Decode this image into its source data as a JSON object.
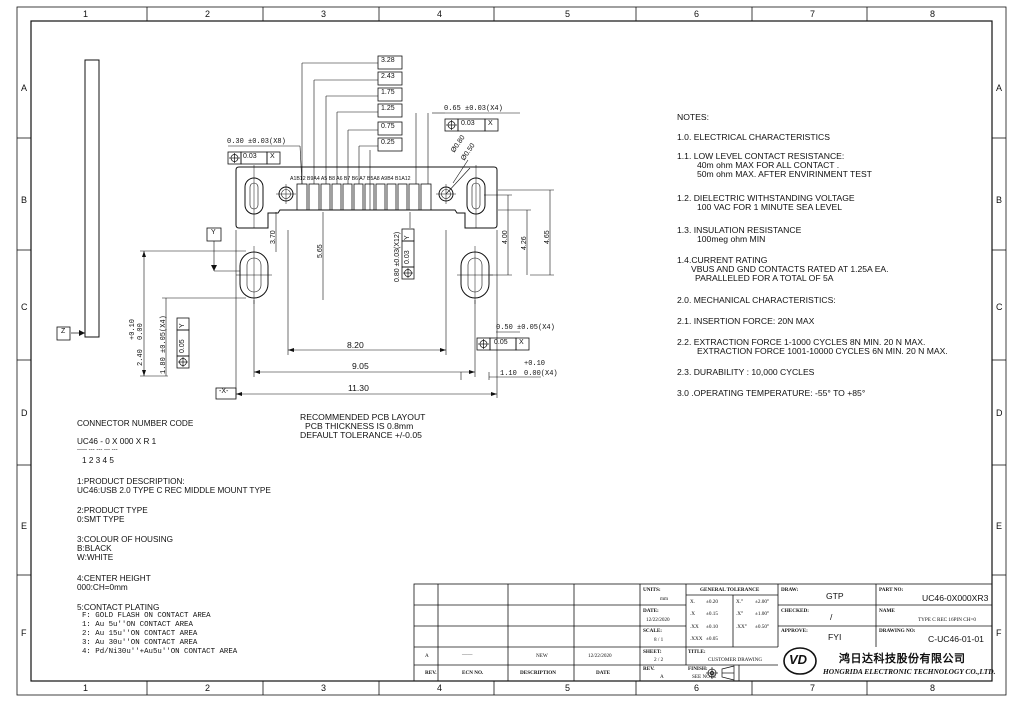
{
  "frame": {
    "columns": [
      "1",
      "2",
      "3",
      "4",
      "5",
      "6",
      "7",
      "8"
    ],
    "rows": [
      "A",
      "B",
      "C",
      "D",
      "E",
      "F"
    ]
  },
  "drawing": {
    "height_labels": [
      "3.28",
      "2.43",
      "1.75",
      "1.25",
      "0.75",
      "0.25"
    ],
    "pin_labels": "A1B12 B9A4 A5  B8   A6 B7 B6 A7  B5A8 A9B4 B1A12",
    "callout_slot_tol": "0.30 ±0.03(X8)",
    "callout_pad_tol": "0.65 ±0.03(X4)",
    "fcf_pos_003": "0.03",
    "fcf_x": "X",
    "fcf_y": "Y",
    "dia_080": "Ø0.80",
    "dia_050": "Ø0.50",
    "dim_370": "3.70",
    "dim_565": "5.65",
    "dim_080_x12": "0.80 ±0.03(X12)",
    "dim_400": "4.00",
    "dim_426": "4.26",
    "dim_465": "4.65",
    "dim_820": "8.20",
    "dim_905": "9.05",
    "dim_1130": "11.30",
    "dim_050_x4": "0.50 ±0.05(X4)",
    "fcf_005": "0.05",
    "dim_110": "1.10",
    "dim_110_tol_top": "+0.10",
    "dim_110_tol_bot": "0.00(X4)",
    "dim_240": "2.40",
    "dim_240_tol_top": "+0.10",
    "dim_240_tol_bot": "0.00",
    "dim_180": "1.80 ±0.05(X4)",
    "datum_y": "Y",
    "datum_z": "Z",
    "datum_x": "-X-",
    "recommend": [
      "RECOMMENDED PCB LAYOUT",
      "PCB THICKNESS IS 0.8mm",
      "DEFAULT TOLERANCE +/-0.05"
    ]
  },
  "notes": [
    "NOTES:",
    "1.0. ELECTRICAL CHARACTERISTICS",
    "1.1. LOW LEVEL CONTACT RESISTANCE:",
    "40m ohm MAX FOR ALL CONTACT .",
    "50m ohm MAX. AFTER ENVIRINMENT TEST",
    "1.2. DIELECTRIC WITHSTANDING VOLTAGE",
    "100 VAC FOR 1 MINUTE SEA LEVEL",
    "1.3. INSULATION RESISTANCE",
    "100meg ohm MIN",
    "1.4.CURRENT RATING",
    "VBUS AND GND CONTACTS RATED AT 1.25A EA.",
    "PARALLELED FOR A TOTAL OF 5A",
    "2.0. MECHANICAL CHARACTERISTICS:",
    "2.1. INSERTION FORCE: 20N MAX",
    "2.2. EXTRACTION FORCE 1-1000 CYCLES 8N MIN. 20 N MAX.",
    "EXTRACTION FORCE 1001-10000 CYCLES 6N MIN. 20 N MAX.",
    "2.3. DURABILITY : 10,000 CYCLES",
    "3.0 .OPERATING TEMPERATURE: -55° TO +85°"
  ],
  "codes": [
    "CONNECTOR NUMBER CODE",
    "UC46 - 0   X   000   X  R  1",
    "-----        ---  ---    ---    ---",
    "1          2   3    4     5",
    "1:PRODUCT DESCRIPTION:",
    "UC46:USB 2.0 TYPE C REC MIDDLE MOUNT TYPE",
    "2:PRODUCT TYPE",
    "0:SMT TYPE",
    "3:COLOUR OF  HOUSING",
    "B:BLACK",
    "W:WHITE",
    "4:CENTER HEIGHT",
    "000:CH=0mm",
    "5:CONTACT PLATING",
    "F:  GOLD FLASH ON CONTACT AREA",
    "1:  Au 5u''ON CONTACT AREA",
    "2:  Au 15u''ON CONTACT AREA",
    "3:  Au 30u''ON CONTACT AREA",
    "4:  Pd/Ni30u''+Au5u''ON CONTACT AREA"
  ],
  "title_block": {
    "rev_row": {
      "rev": "A",
      "ecn": "——",
      "desc": "NEW",
      "date": "12/22/2020"
    },
    "rev_headers": {
      "rev": "REV.",
      "ecn": "ECN NO.",
      "desc": "DESCRIPTION",
      "date": "DATE"
    },
    "units_label": "UNITS:",
    "units_value": "mm",
    "date_label": "DATE:",
    "date_value": "12/22/2020",
    "scale_label": "SCALE:",
    "scale_value": "8 / 1",
    "sheet_label": "SHEET:",
    "sheet_value": "2 / 2",
    "rev_label": "REV.",
    "rev_value": "A",
    "general_tolerance": "GENERAL TOLERANCE",
    "tol_rows": [
      [
        "X.",
        "±0.20",
        "X.°",
        "±2.00°"
      ],
      [
        ".X",
        "±0.15",
        ".X°",
        "±1.00°"
      ],
      [
        ".XX",
        "±0.10",
        ".XX°",
        "±0.50°"
      ],
      [
        ".XXX",
        "±0.05",
        "",
        ""
      ]
    ],
    "title_label": "TITLE:",
    "title_value": "CUSTOMER DRAWING",
    "finish_label": "FINISH:",
    "finish_value": "SEE NOTE",
    "draw_label": "DRAW:",
    "draw_value": "GTP",
    "checked_label": "CHECKED:",
    "checked_value": "/",
    "approve_label": "APPROVE:",
    "approve_value": "FYI",
    "partno_label": "PART NO:",
    "partno_value": "UC46-0X000XR3",
    "name_label": "NAME",
    "name_value": "TYPE C REC 16PIN CH=0",
    "drawingno_label": "DRAWING NO:",
    "drawingno_value": "C-UC46-01-01",
    "company_cn": "鸿日达科技股份有限公司",
    "company_en": "HONGRIDA ELECTRONIC TECHNOLOGY CO.,LTD.",
    "logo_text": "VD"
  }
}
